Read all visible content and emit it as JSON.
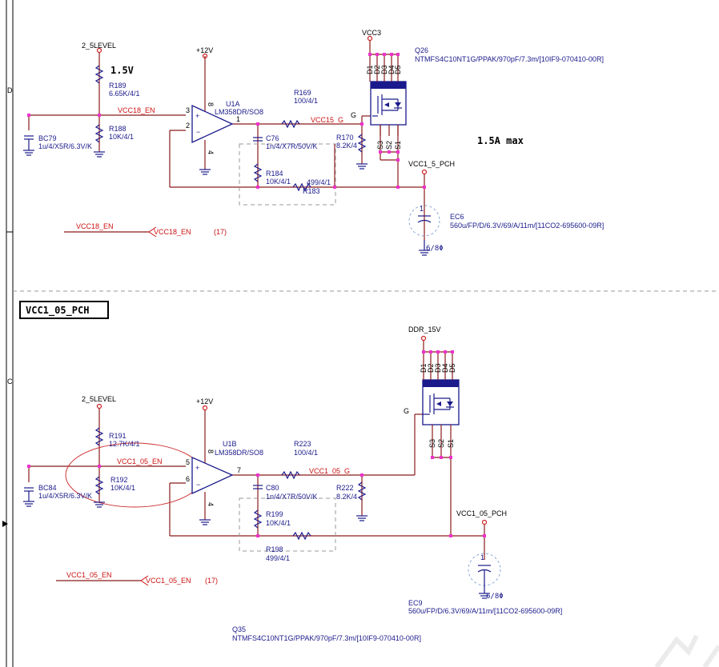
{
  "border": {
    "zone_d": "D",
    "zone_c": "C"
  },
  "top": {
    "rail_in": "2_5LEVEL",
    "voltage_note": "1.5V",
    "r_top_ref": "R189",
    "r_top_val": "6.65K/4/1",
    "r_bot_ref": "R188",
    "r_bot_val": "10K/4/1",
    "cap_ref": "BC79",
    "cap_val": "1u/4/X5R/6.3V/K",
    "en_net": "VCC18_EN",
    "opamp_ref": "U1A",
    "opamp_part": "LM358DR/SO8",
    "opamp_supply": "+12V",
    "pin_in_plus": "3",
    "pin_in_minus": "2",
    "pin_out": "1",
    "pin_vcc": "8",
    "pin_gnd": "4",
    "r_gate_ref": "R169",
    "r_gate_val": "100/4/1",
    "gate_net": "VCC15_G",
    "c_fb_ref": "C76",
    "c_fb_val": "1n/4/X7R/50V/K",
    "r_fb1_ref": "R184",
    "r_fb1_val": "10K/4/1",
    "r_fb2_ref": "R183",
    "r_fb2_val": "499/4/1",
    "r_pd_ref": "R170",
    "r_pd_val": "8.2K/4",
    "fet_ref": "Q26",
    "fet_part": "NTMFS4C10NT1G/PPAK/970pF/7.3m/[10IF9-070410-00R]",
    "fet_supply": "VCC3",
    "drain_pins": [
      "D1",
      "D2",
      "D3",
      "D4",
      "D5"
    ],
    "source_pins": [
      "S3",
      "S2",
      "S1"
    ],
    "gate_pin": "G",
    "current_note": "1.5A  max",
    "out_net": "VCC1_5_PCH",
    "ec_ref": "EC6",
    "ec_val": "560u/FP/D/6.3V/69/A/11m/[11CO2-695600-09R]",
    "ec_pin": "1",
    "ec_pkg": "6/8Φ",
    "off_left": "VCC18_EN",
    "off_right": "VCC18_EN",
    "off_page": "(17)"
  },
  "bottom": {
    "section_title": "VCC1_05_PCH",
    "rail_in": "2_5LEVEL",
    "r_top_ref": "R191",
    "r_top_val": "12.7K/4/1",
    "r_bot_ref": "R192",
    "r_bot_val": "10K/4/1",
    "cap_ref": "BC84",
    "cap_val": "1u/4/X5R/6.3V/K",
    "en_net": "VCC1_05_EN",
    "opamp_ref": "U1B",
    "opamp_part": "LM358DR/SO8",
    "opamp_supply": "+12V",
    "pin_in_plus": "5",
    "pin_in_minus": "6",
    "pin_out": "7",
    "pin_vcc": "8",
    "pin_gnd": "4",
    "r_gate_ref": "R223",
    "r_gate_val": "100/4/1",
    "gate_net": "VCC1_05_G",
    "c_fb_ref": "C80",
    "c_fb_val": "1n/4/X7R/50V/K",
    "r_fb1_ref": "R199",
    "r_fb1_val": "10K/4/1",
    "r_fb2_ref": "R198",
    "r_fb2_val": "499/4/1",
    "r_pd_ref": "R222",
    "r_pd_val": "8.2K/4",
    "fet_ref": "Q35",
    "fet_part": "NTMFS4C10NT1G/PPAK/970pF/7.3m/[10IF9-070410-00R]",
    "fet_supply": "DDR_15V",
    "drain_pins": [
      "D1",
      "D2",
      "D3",
      "D4",
      "D5"
    ],
    "source_pins": [
      "S3",
      "S2",
      "S1"
    ],
    "gate_pin": "G",
    "out_net": "VCC1_05_PCH",
    "ec_ref": "EC9",
    "ec_val": "560u/FP/D/6.3V/69/A/11m/[11CO2-695600-09R]",
    "ec_pin": "1",
    "ec_pkg": "6/8Φ",
    "off_left": "VCC1_05_EN",
    "off_right": "VCC1_05_EN",
    "off_page": "(17)"
  }
}
